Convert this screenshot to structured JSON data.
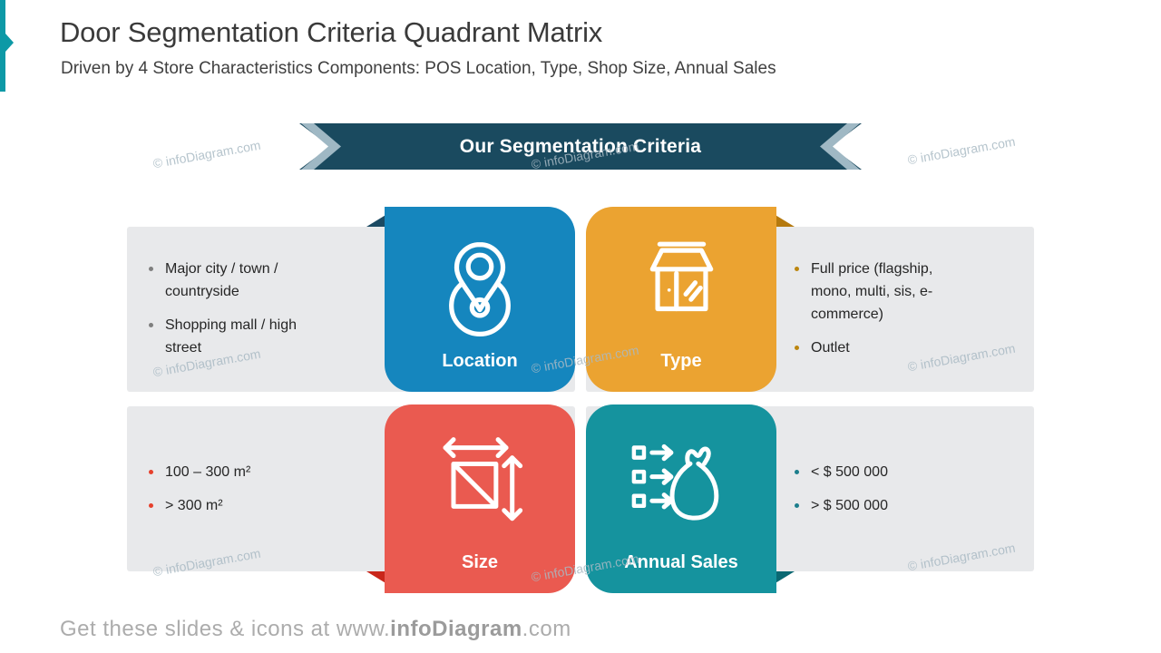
{
  "slide": {
    "title": "Door Segmentation Criteria Quadrant Matrix",
    "subtitle": "Driven by 4 Store Characteristics Components: POS Location, Type, Shop Size, Annual Sales",
    "banner_label": "Our Segmentation Criteria",
    "watermark": "© infoDiagram.com",
    "footer": {
      "prefix": "Get these slides & icons at www.",
      "brand": "infoDiagram",
      "suffix": ".com"
    },
    "accent_color": "#0D99A6",
    "banner_background": "#1A4A5F",
    "banner_chevron_color": "#9FB8C4",
    "panel_background": "#E8E9EB"
  },
  "quadrants": [
    {
      "label": "Location",
      "icon": "map-pin-icon",
      "color": "#1586BE",
      "fold_color": "#1B4A63",
      "bullet_color": "#7F7F7F",
      "bullets": [
        "Major city / town / countryside",
        "Shopping mall / high street"
      ]
    },
    {
      "label": "Type",
      "icon": "storefront-icon",
      "color": "#EBA331",
      "fold_color": "#B5790E",
      "bullet_color": "#BC860F",
      "bullets": [
        "Full price (flagship, mono, multi, sis, e-commerce)",
        "Outlet"
      ]
    },
    {
      "label": "Size",
      "icon": "dimensions-icon",
      "color": "#EA5A50",
      "fold_color": "#C9271B",
      "bullet_color": "#E6402C",
      "bullets": [
        "100 – 300 m²",
        "> 300 m²"
      ]
    },
    {
      "label": "Annual Sales",
      "icon": "money-bag-icon",
      "color": "#15939E",
      "fold_color": "#0A6872",
      "bullet_color": "#1C7E8C",
      "bullets": [
        "< $ 500 000",
        "> $ 500 000"
      ]
    }
  ]
}
